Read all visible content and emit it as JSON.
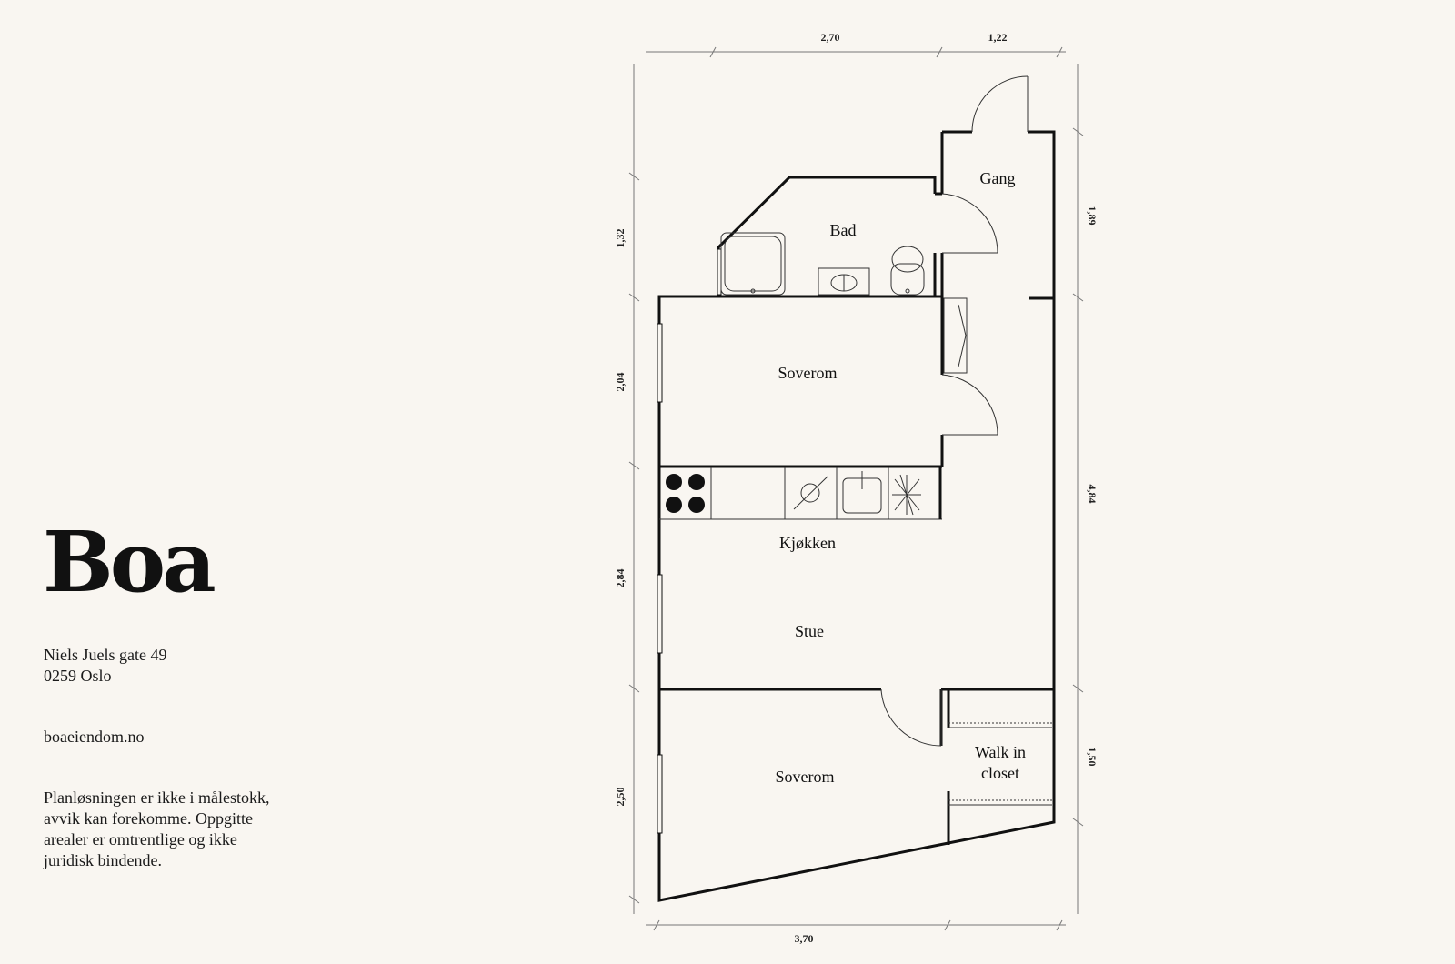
{
  "brand": {
    "name": "Boa"
  },
  "address": {
    "street": "Niels Juels gate 49",
    "city": "0259 Oslo"
  },
  "website": "boaeiendom.no",
  "disclaimer": {
    "line1": "Planløsningen er ikke i målestokk,",
    "line2": "avvik kan forekomme. Oppgitte",
    "line3": "arealer er omtrentlige og ikke",
    "line4": "juridisk bindende."
  },
  "rooms": {
    "gang": "Gang",
    "bad": "Bad",
    "soverom_top": "Soverom",
    "kjokken": "Kjøkken",
    "stue": "Stue",
    "soverom_bottom": "Soverom",
    "walk_in_line1": "Walk in",
    "walk_in_line2": "closet"
  },
  "dimensions": {
    "top_left": "2,70",
    "top_right": "1,22",
    "bottom": "3,70",
    "left_1": "1,32",
    "left_2": "2,04",
    "left_3": "2,84",
    "left_4": "2,50",
    "right_1": "1,89",
    "right_2": "4,84",
    "right_3": "1,50"
  },
  "colors": {
    "background": "#f9f6f1",
    "ink": "#111111"
  }
}
